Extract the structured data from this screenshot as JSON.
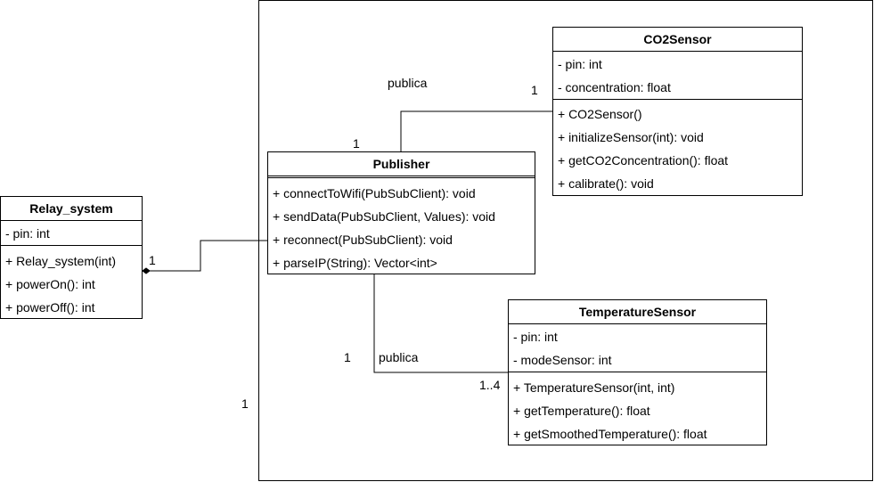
{
  "classes": {
    "co2sensor": {
      "name": "CO2Sensor",
      "attributes": [
        "- pin: int",
        "- concentration: float"
      ],
      "operations": [
        "+ CO2Sensor()",
        "+ initializeSensor(int): void",
        "+ getCO2Concentration(): float",
        "+ calibrate(): void"
      ]
    },
    "publisher": {
      "name": "Publisher",
      "attributes": [],
      "operations": [
        "+ connectToWifi(PubSubClient): void",
        "+ sendData(PubSubClient, Values): void",
        "+ reconnect(PubSubClient): void",
        "+ parseIP(String): Vector<int>"
      ]
    },
    "relay": {
      "name": "Relay_system",
      "attributes": [
        "- pin: int"
      ],
      "operations": [
        "+ Relay_system(int)",
        "+ powerOn(): int",
        "+ powerOff(): int"
      ]
    },
    "temperature": {
      "name": "TemperatureSensor",
      "attributes": [
        "- pin: int",
        "- modeSensor: int"
      ],
      "operations": [
        "+ TemperatureSensor(int, int)",
        "+ getTemperature(): float",
        "+ getSmoothedTemperature(): float"
      ]
    }
  },
  "labels": {
    "publica_top": "publica",
    "mult_co2": "1",
    "mult_pub_top": "1",
    "mult_relay": "1",
    "mult_pub_bottom": "1",
    "publica_bottom": "publica",
    "mult_temp": "1..4",
    "mult_container": "1"
  }
}
